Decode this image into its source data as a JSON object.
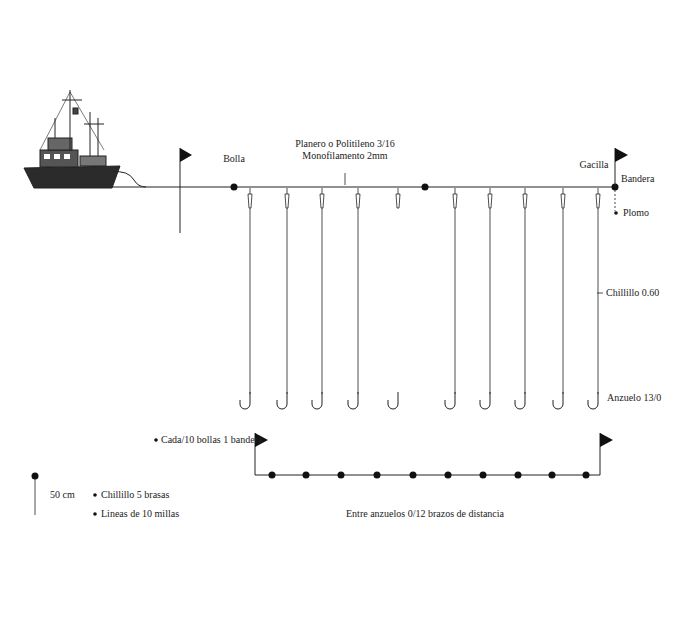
{
  "diagram": {
    "labels": [
      "Bolla",
      "Planero o Politileno 3/16",
      "Monofilamento 2mm",
      "Gacilla",
      "Bandera",
      "Plomo",
      "Chillillo 0.60",
      "Anzuelo 13/0",
      "Cada/10 bollas 1 bandera",
      "50 cm",
      "Chillillo 5 brasas",
      "Lineas de 10 millas",
      "Entre anzuelos 0/12 brazos de distancia"
    ]
  }
}
